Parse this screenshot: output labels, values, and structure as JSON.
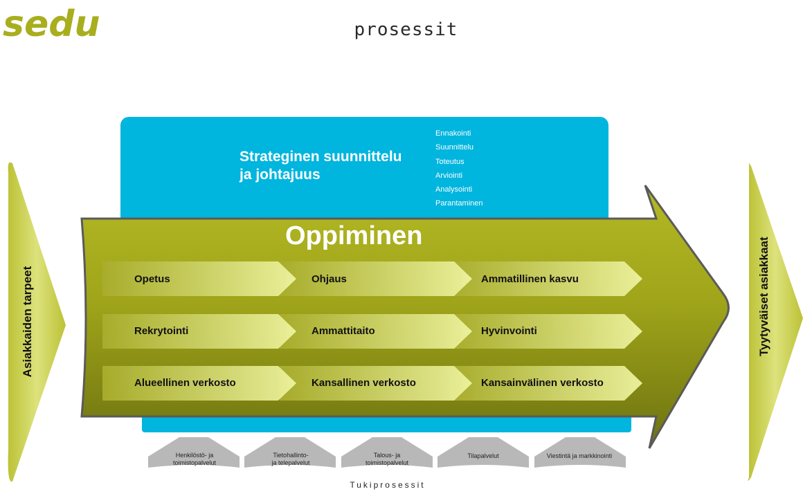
{
  "logo_text": "sedu",
  "title": "prosessit",
  "strategy": {
    "line1": "Strateginen suunnittelu",
    "line2": "ja johtajuus",
    "steps": [
      "Ennakointi",
      "Suunnittelu",
      "Toteutus",
      "Arviointi",
      "Analysointi",
      "Parantaminen"
    ]
  },
  "main_label": "Oppiminen",
  "left_label": "Asiakkaiden tarpeet",
  "right_label": "Tyytyväiset asiakkaat",
  "rows": [
    [
      "Opetus",
      "Ohjaus",
      "Ammatillinen kasvu"
    ],
    [
      "Rekrytointi",
      "Ammattitaito",
      "Hyvinvointi"
    ],
    [
      "Alueellinen verkosto",
      "Kansallinen verkosto",
      "Kansainvälinen verkosto"
    ]
  ],
  "support": [
    {
      "line1": "Henkilöstö- ja",
      "line2": "toimistopalvelut"
    },
    {
      "line1": "Tietohallinto-",
      "line2": "ja telepalvelut"
    },
    {
      "line1": "Talous- ja",
      "line2": "toimistopalvelut"
    },
    {
      "line1": "Tilapalvelut",
      "line2": ""
    },
    {
      "line1": "Viestintä ja markkinointi",
      "line2": ""
    }
  ],
  "support_title": "Tukiprosessit",
  "colors": {
    "blue": "#00b5de",
    "olive": "#a7ab1a",
    "olive_dark": "#6f7410",
    "lime": "#dfe68a",
    "side": "#cfd34a",
    "logo": "#a8ae1e",
    "support_gray": "#b8b8b8"
  }
}
